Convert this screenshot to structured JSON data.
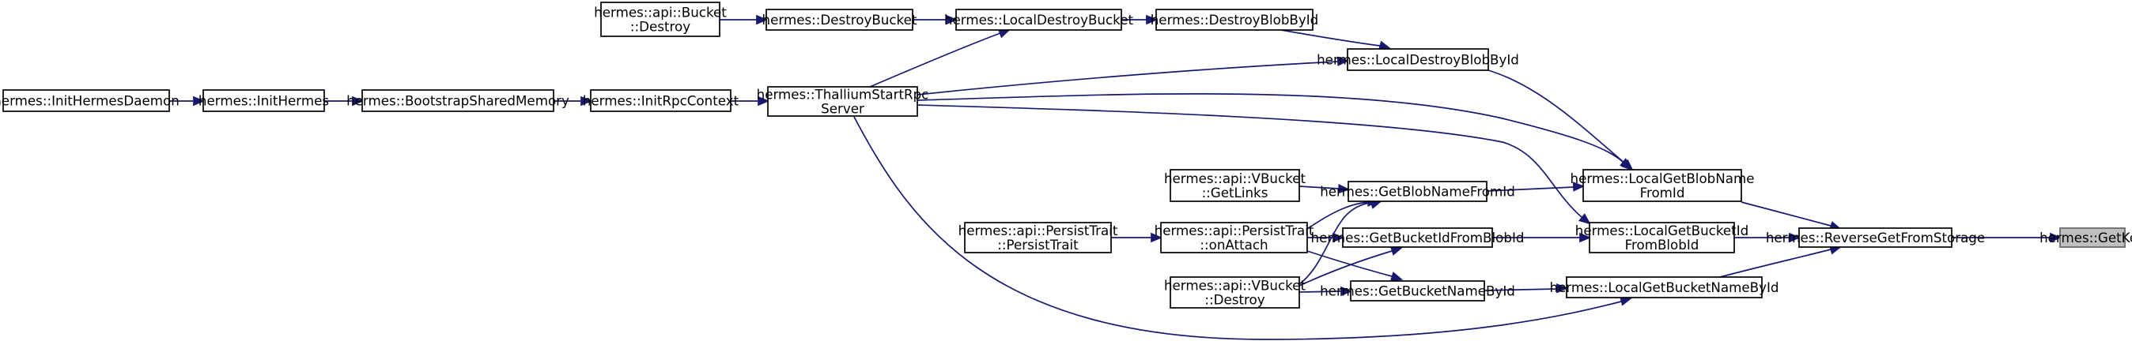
{
  "graph": {
    "nodes": [
      {
        "id": "getkey",
        "lines": [
          "hermes::GetKey"
        ],
        "highlight": true
      },
      {
        "id": "reverse",
        "lines": [
          "hermes::ReverseGetFromStorage"
        ]
      },
      {
        "id": "lgbname",
        "lines": [
          "hermes::LocalGetBlobName",
          "FromId"
        ]
      },
      {
        "id": "lgbucketid",
        "lines": [
          "hermes::LocalGetBucketId",
          "FromBlobId"
        ]
      },
      {
        "id": "lgbucketname",
        "lines": [
          "hermes::LocalGetBucketNameById"
        ]
      },
      {
        "id": "ldestroyblob",
        "lines": [
          "hermes::LocalDestroyBlobById"
        ]
      },
      {
        "id": "thallium",
        "lines": [
          "hermes::ThalliumStartRpc",
          "Server"
        ]
      },
      {
        "id": "getblobname",
        "lines": [
          "hermes::GetBlobNameFromId"
        ]
      },
      {
        "id": "vbgetlinks",
        "lines": [
          "hermes::api::VBucket",
          "::GetLinks"
        ]
      },
      {
        "id": "onattach",
        "lines": [
          "hermes::api::PersistTrait",
          "::onAttach"
        ]
      },
      {
        "id": "vbdestroy",
        "lines": [
          "hermes::api::VBucket",
          "::Destroy"
        ]
      },
      {
        "id": "getbucketid",
        "lines": [
          "hermes::GetBucketIdFromBlobId"
        ]
      },
      {
        "id": "getbucketname",
        "lines": [
          "hermes::GetBucketNameById"
        ]
      },
      {
        "id": "destroyblob",
        "lines": [
          "hermes::DestroyBlobById"
        ]
      },
      {
        "id": "ldestroybucket",
        "lines": [
          "hermes::LocalDestroyBucket"
        ]
      },
      {
        "id": "destroybucket",
        "lines": [
          "hermes::DestroyBucket"
        ]
      },
      {
        "id": "bucketdestroy",
        "lines": [
          "hermes::api::Bucket",
          "::Destroy"
        ]
      },
      {
        "id": "initrpc",
        "lines": [
          "hermes::InitRpcContext"
        ]
      },
      {
        "id": "bootstrap",
        "lines": [
          "hermes::BootstrapSharedMemory"
        ]
      },
      {
        "id": "inithermes",
        "lines": [
          "hermes::InitHermes"
        ]
      },
      {
        "id": "initdaemon",
        "lines": [
          "hermes::InitHermesDaemon"
        ]
      },
      {
        "id": "persisttrait",
        "lines": [
          "hermes::api::PersistTrait",
          "::PersistTrait"
        ]
      }
    ],
    "edges": [
      [
        "reverse",
        "getkey"
      ],
      [
        "lgbname",
        "reverse"
      ],
      [
        "lgbucketid",
        "reverse"
      ],
      [
        "lgbucketname",
        "reverse"
      ],
      [
        "ldestroyblob",
        "lgbname"
      ],
      [
        "thallium",
        "lgbname"
      ],
      [
        "getblobname",
        "lgbname"
      ],
      [
        "thallium",
        "lgbucketid"
      ],
      [
        "getbucketid",
        "lgbucketid"
      ],
      [
        "thallium",
        "lgbucketname"
      ],
      [
        "getbucketname",
        "lgbucketname"
      ],
      [
        "destroyblob",
        "ldestroyblob"
      ],
      [
        "thallium",
        "ldestroyblob"
      ],
      [
        "vbgetlinks",
        "getblobname"
      ],
      [
        "onattach",
        "getblobname"
      ],
      [
        "vbdestroy",
        "getblobname"
      ],
      [
        "onattach",
        "getbucketid"
      ],
      [
        "vbdestroy",
        "getbucketid"
      ],
      [
        "onattach",
        "getbucketname"
      ],
      [
        "vbdestroy",
        "getbucketname"
      ],
      [
        "ldestroybucket",
        "destroyblob"
      ],
      [
        "destroybucket",
        "ldestroybucket"
      ],
      [
        "thallium",
        "ldestroybucket"
      ],
      [
        "bucketdestroy",
        "destroybucket"
      ],
      [
        "initrpc",
        "thallium"
      ],
      [
        "bootstrap",
        "initrpc"
      ],
      [
        "inithermes",
        "bootstrap"
      ],
      [
        "initdaemon",
        "inithermes"
      ],
      [
        "persisttrait",
        "onattach"
      ]
    ]
  }
}
